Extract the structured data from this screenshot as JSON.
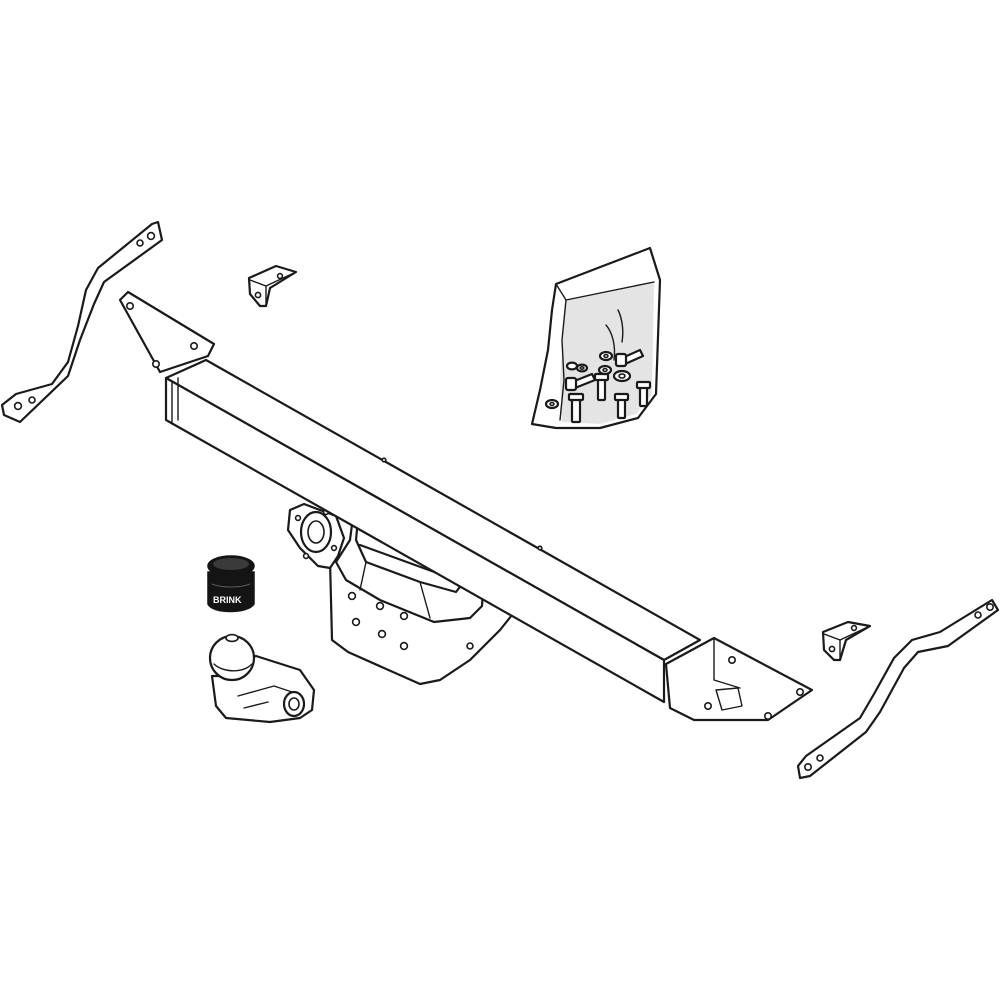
{
  "parts": [
    {
      "name": "left-mounting-arm"
    },
    {
      "name": "right-mounting-arm"
    },
    {
      "name": "left-small-bracket"
    },
    {
      "name": "right-small-bracket"
    },
    {
      "name": "main-crossbar"
    },
    {
      "name": "tow-ball-mount-plate"
    },
    {
      "name": "socket-plate"
    },
    {
      "name": "tow-ball"
    },
    {
      "name": "ball-cover-cap"
    },
    {
      "name": "hardware-bag"
    }
  ],
  "cap_brand": "BRINK",
  "colors": {
    "line": "#1a1a1a",
    "fill": "#ffffff",
    "shade": "#e4e4e4",
    "cap": "#141414"
  }
}
